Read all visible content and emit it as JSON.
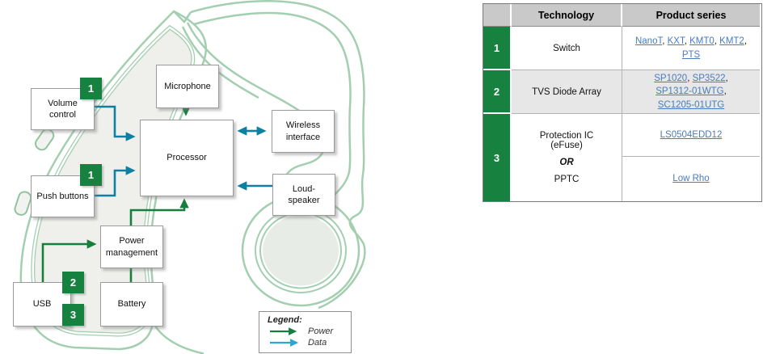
{
  "diagram": {
    "nodes": {
      "volume": {
        "label": "Volume control"
      },
      "push": {
        "label": "Push buttons"
      },
      "microphone": {
        "label": "Microphone"
      },
      "processor": {
        "label": "Processor"
      },
      "wireless": {
        "label": "Wireless interface"
      },
      "loudspeaker": {
        "label": "Loud-speaker"
      },
      "power": {
        "label": "Power management"
      },
      "battery": {
        "label": "Battery"
      },
      "usb": {
        "label": "USB"
      }
    },
    "badges": {
      "volume": "1",
      "push": "1",
      "usb_top": "2",
      "usb_bottom": "3"
    },
    "legend": {
      "title": "Legend:",
      "power_label": "Power",
      "data_label": "Data"
    },
    "colors": {
      "power_arrow": "#177e3e",
      "data_arrow": "#0e80a1",
      "legend_data_arrow": "#2ba7d2",
      "outline_green": "#a3cfb0",
      "badge_green": "#17813f"
    }
  },
  "table": {
    "headers": {
      "technology": "Technology",
      "product_series": "Product series"
    },
    "rows": [
      {
        "num": "1",
        "technology": "Switch",
        "links": [
          "NanoT",
          "KXT",
          "KMT0",
          "KMT2",
          "PTS"
        ]
      },
      {
        "num": "2",
        "technology": "TVS Diode Array",
        "links": [
          "SP1020",
          "SP3522",
          "SP1312-01WTG",
          "SC1205-01UTG"
        ]
      },
      {
        "num": "3",
        "technology_line1": "Protection IC (eFuse)",
        "technology_or": "OR",
        "technology_line2": "PPTC",
        "links_top": [
          "LS0504EDD12"
        ],
        "links_bottom": [
          "Low Rho"
        ]
      }
    ]
  }
}
